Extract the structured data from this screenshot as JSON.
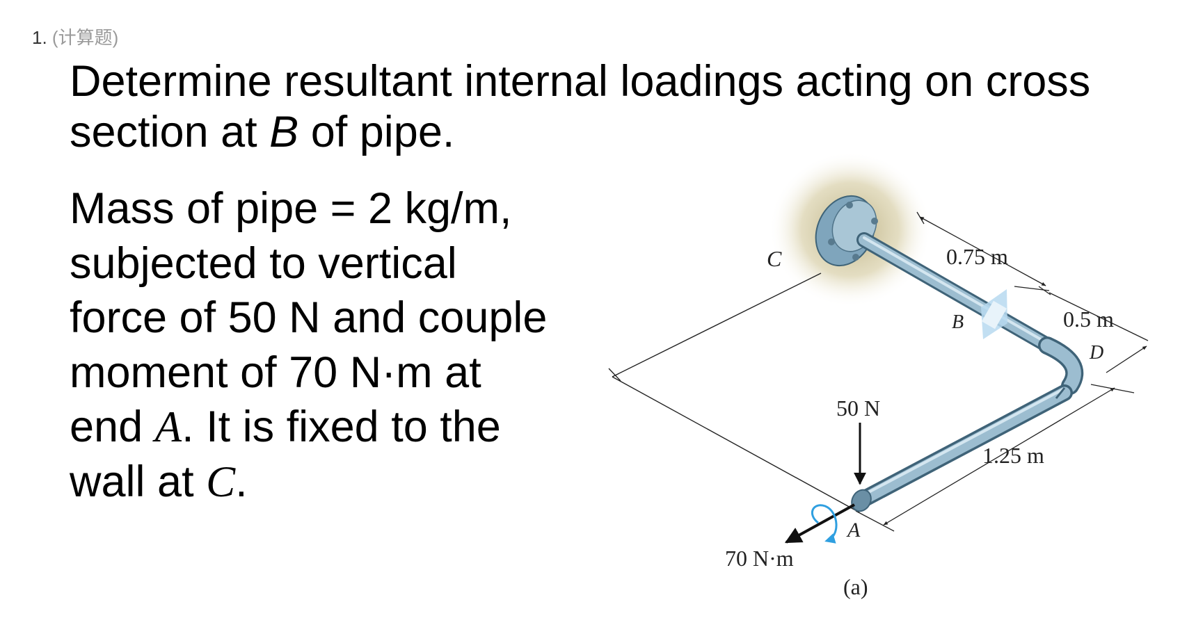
{
  "question": {
    "number": "1.",
    "type": "(计算题)"
  },
  "title": {
    "line1": "Determine resultant internal loadings acting on cross",
    "line2_pre": "section at ",
    "line2_var": "B",
    "line2_post": " of pipe."
  },
  "body": {
    "line1": "Mass of pipe = 2 kg/m,",
    "line2": "subjected to vertical",
    "line3": "force of 50 N and couple",
    "line4": "moment of 70 N·m at",
    "line5_pre": "end ",
    "line5_var": "A",
    "line5_post": ". It is fixed to the",
    "line6_pre": "wall at ",
    "line6_var": "C",
    "line6_post": "."
  },
  "figure": {
    "label_C": "C",
    "label_B": "B",
    "label_D": "D",
    "label_A": "A",
    "dim_075": "0.75 m",
    "dim_05": "0.5 m",
    "dim_125": "1.25 m",
    "force": "50 N",
    "moment": "70 N·m",
    "caption": "(a)",
    "colors": {
      "pipe": "#8fb3c8",
      "pipe_dark": "#5d8096",
      "section": "#b7d9f0",
      "moment_arc": "#2f9fe0",
      "wall_glow": "#cfc49a"
    }
  }
}
